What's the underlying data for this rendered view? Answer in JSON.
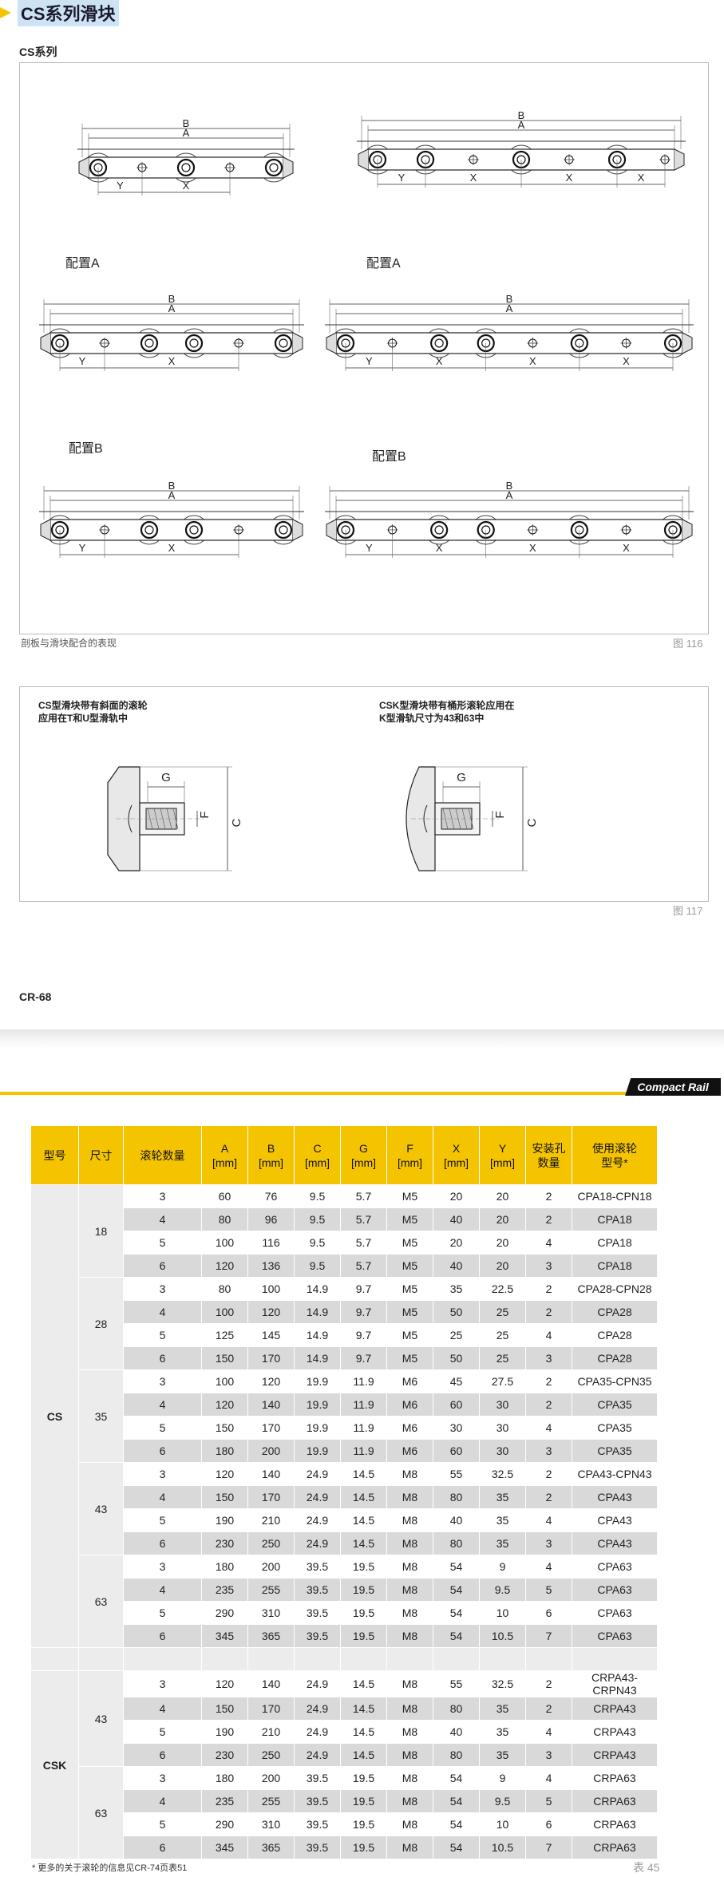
{
  "header": {
    "title": "CS系列滑块",
    "subtitle": "CS系列"
  },
  "figure116": {
    "config_labels": [
      "配置A",
      "配置A",
      "配置B",
      "配置B"
    ],
    "dim_labels": {
      "b": "B",
      "a": "A",
      "x": "X",
      "y": "Y"
    },
    "caption": "剖板与滑块配合的表现",
    "fig_no": "图 116"
  },
  "figure117": {
    "note_left": [
      "CS型滑块带有斜面的滚轮",
      "应用在T和U型滑轨中"
    ],
    "note_right": [
      "CSK型滑块带有桶形滚轮应用在",
      "K型滑轨尺寸为43和63中"
    ],
    "dim_labels": {
      "g": "G",
      "f": "F",
      "c": "C"
    },
    "fig_no": "图 117"
  },
  "page_code": "CR-68",
  "brand": "Compact Rail",
  "table": {
    "headers": [
      "型号",
      "尺寸",
      "滚轮数量",
      "A\n[mm]",
      "B\n[mm]",
      "C\n[mm]",
      "G\n[mm]",
      "F\n[mm]",
      "X\n[mm]",
      "Y\n[mm]",
      "安装孔\n数量",
      "使用滚轮\n型号*"
    ],
    "groups": [
      {
        "type": "CS",
        "sizes": [
          {
            "size": "18",
            "rows": [
              [
                "3",
                "60",
                "76",
                "9.5",
                "5.7",
                "M5",
                "20",
                "20",
                "2",
                "CPA18-CPN18"
              ],
              [
                "4",
                "80",
                "96",
                "9.5",
                "5.7",
                "M5",
                "40",
                "20",
                "2",
                "CPA18"
              ],
              [
                "5",
                "100",
                "116",
                "9.5",
                "5.7",
                "M5",
                "20",
                "20",
                "4",
                "CPA18"
              ],
              [
                "6",
                "120",
                "136",
                "9.5",
                "5.7",
                "M5",
                "40",
                "20",
                "3",
                "CPA18"
              ]
            ]
          },
          {
            "size": "28",
            "rows": [
              [
                "3",
                "80",
                "100",
                "14.9",
                "9.7",
                "M5",
                "35",
                "22.5",
                "2",
                "CPA28-CPN28"
              ],
              [
                "4",
                "100",
                "120",
                "14.9",
                "9.7",
                "M5",
                "50",
                "25",
                "2",
                "CPA28"
              ],
              [
                "5",
                "125",
                "145",
                "14.9",
                "9.7",
                "M5",
                "25",
                "25",
                "4",
                "CPA28"
              ],
              [
                "6",
                "150",
                "170",
                "14.9",
                "9.7",
                "M5",
                "50",
                "25",
                "3",
                "CPA28"
              ]
            ]
          },
          {
            "size": "35",
            "rows": [
              [
                "3",
                "100",
                "120",
                "19.9",
                "11.9",
                "M6",
                "45",
                "27.5",
                "2",
                "CPA35-CPN35"
              ],
              [
                "4",
                "120",
                "140",
                "19.9",
                "11.9",
                "M6",
                "60",
                "30",
                "2",
                "CPA35"
              ],
              [
                "5",
                "150",
                "170",
                "19.9",
                "11.9",
                "M6",
                "30",
                "30",
                "4",
                "CPA35"
              ],
              [
                "6",
                "180",
                "200",
                "19.9",
                "11.9",
                "M6",
                "60",
                "30",
                "3",
                "CPA35"
              ]
            ]
          },
          {
            "size": "43",
            "rows": [
              [
                "3",
                "120",
                "140",
                "24.9",
                "14.5",
                "M8",
                "55",
                "32.5",
                "2",
                "CPA43-CPN43"
              ],
              [
                "4",
                "150",
                "170",
                "24.9",
                "14.5",
                "M8",
                "80",
                "35",
                "2",
                "CPA43"
              ],
              [
                "5",
                "190",
                "210",
                "24.9",
                "14.5",
                "M8",
                "40",
                "35",
                "4",
                "CPA43"
              ],
              [
                "6",
                "230",
                "250",
                "24.9",
                "14.5",
                "M8",
                "80",
                "35",
                "3",
                "CPA43"
              ]
            ]
          },
          {
            "size": "63",
            "rows": [
              [
                "3",
                "180",
                "200",
                "39.5",
                "19.5",
                "M8",
                "54",
                "9",
                "4",
                "CPA63"
              ],
              [
                "4",
                "235",
                "255",
                "39.5",
                "19.5",
                "M8",
                "54",
                "9.5",
                "5",
                "CPA63"
              ],
              [
                "5",
                "290",
                "310",
                "39.5",
                "19.5",
                "M8",
                "54",
                "10",
                "6",
                "CPA63"
              ],
              [
                "6",
                "345",
                "365",
                "39.5",
                "19.5",
                "M8",
                "54",
                "10.5",
                "7",
                "CPA63"
              ]
            ]
          }
        ]
      },
      {
        "type": "CSK",
        "sizes": [
          {
            "size": "43",
            "rows": [
              [
                "3",
                "120",
                "140",
                "24.9",
                "14.5",
                "M8",
                "55",
                "32.5",
                "2",
                "CRPA43-CRPN43"
              ],
              [
                "4",
                "150",
                "170",
                "24.9",
                "14.5",
                "M8",
                "80",
                "35",
                "2",
                "CRPA43"
              ],
              [
                "5",
                "190",
                "210",
                "24.9",
                "14.5",
                "M8",
                "40",
                "35",
                "4",
                "CRPA43"
              ],
              [
                "6",
                "230",
                "250",
                "24.9",
                "14.5",
                "M8",
                "80",
                "35",
                "3",
                "CRPA43"
              ]
            ]
          },
          {
            "size": "63",
            "rows": [
              [
                "3",
                "180",
                "200",
                "39.5",
                "19.5",
                "M8",
                "54",
                "9",
                "4",
                "CRPA63"
              ],
              [
                "4",
                "235",
                "255",
                "39.5",
                "19.5",
                "M8",
                "54",
                "9.5",
                "5",
                "CRPA63"
              ],
              [
                "5",
                "290",
                "310",
                "39.5",
                "19.5",
                "M8",
                "54",
                "10",
                "6",
                "CRPA63"
              ],
              [
                "6",
                "345",
                "365",
                "39.5",
                "19.5",
                "M8",
                "54",
                "10.5",
                "7",
                "CRPA63"
              ]
            ]
          }
        ]
      }
    ],
    "footnote": "* 更多的关于滚轮的信息见CR-74页表51",
    "table_no": "表 45"
  },
  "colors": {
    "accent": "#f5c400",
    "title_highlight": "#cde3f4",
    "row_shade": "#d9d9d9",
    "group_bg": "#ececec"
  }
}
